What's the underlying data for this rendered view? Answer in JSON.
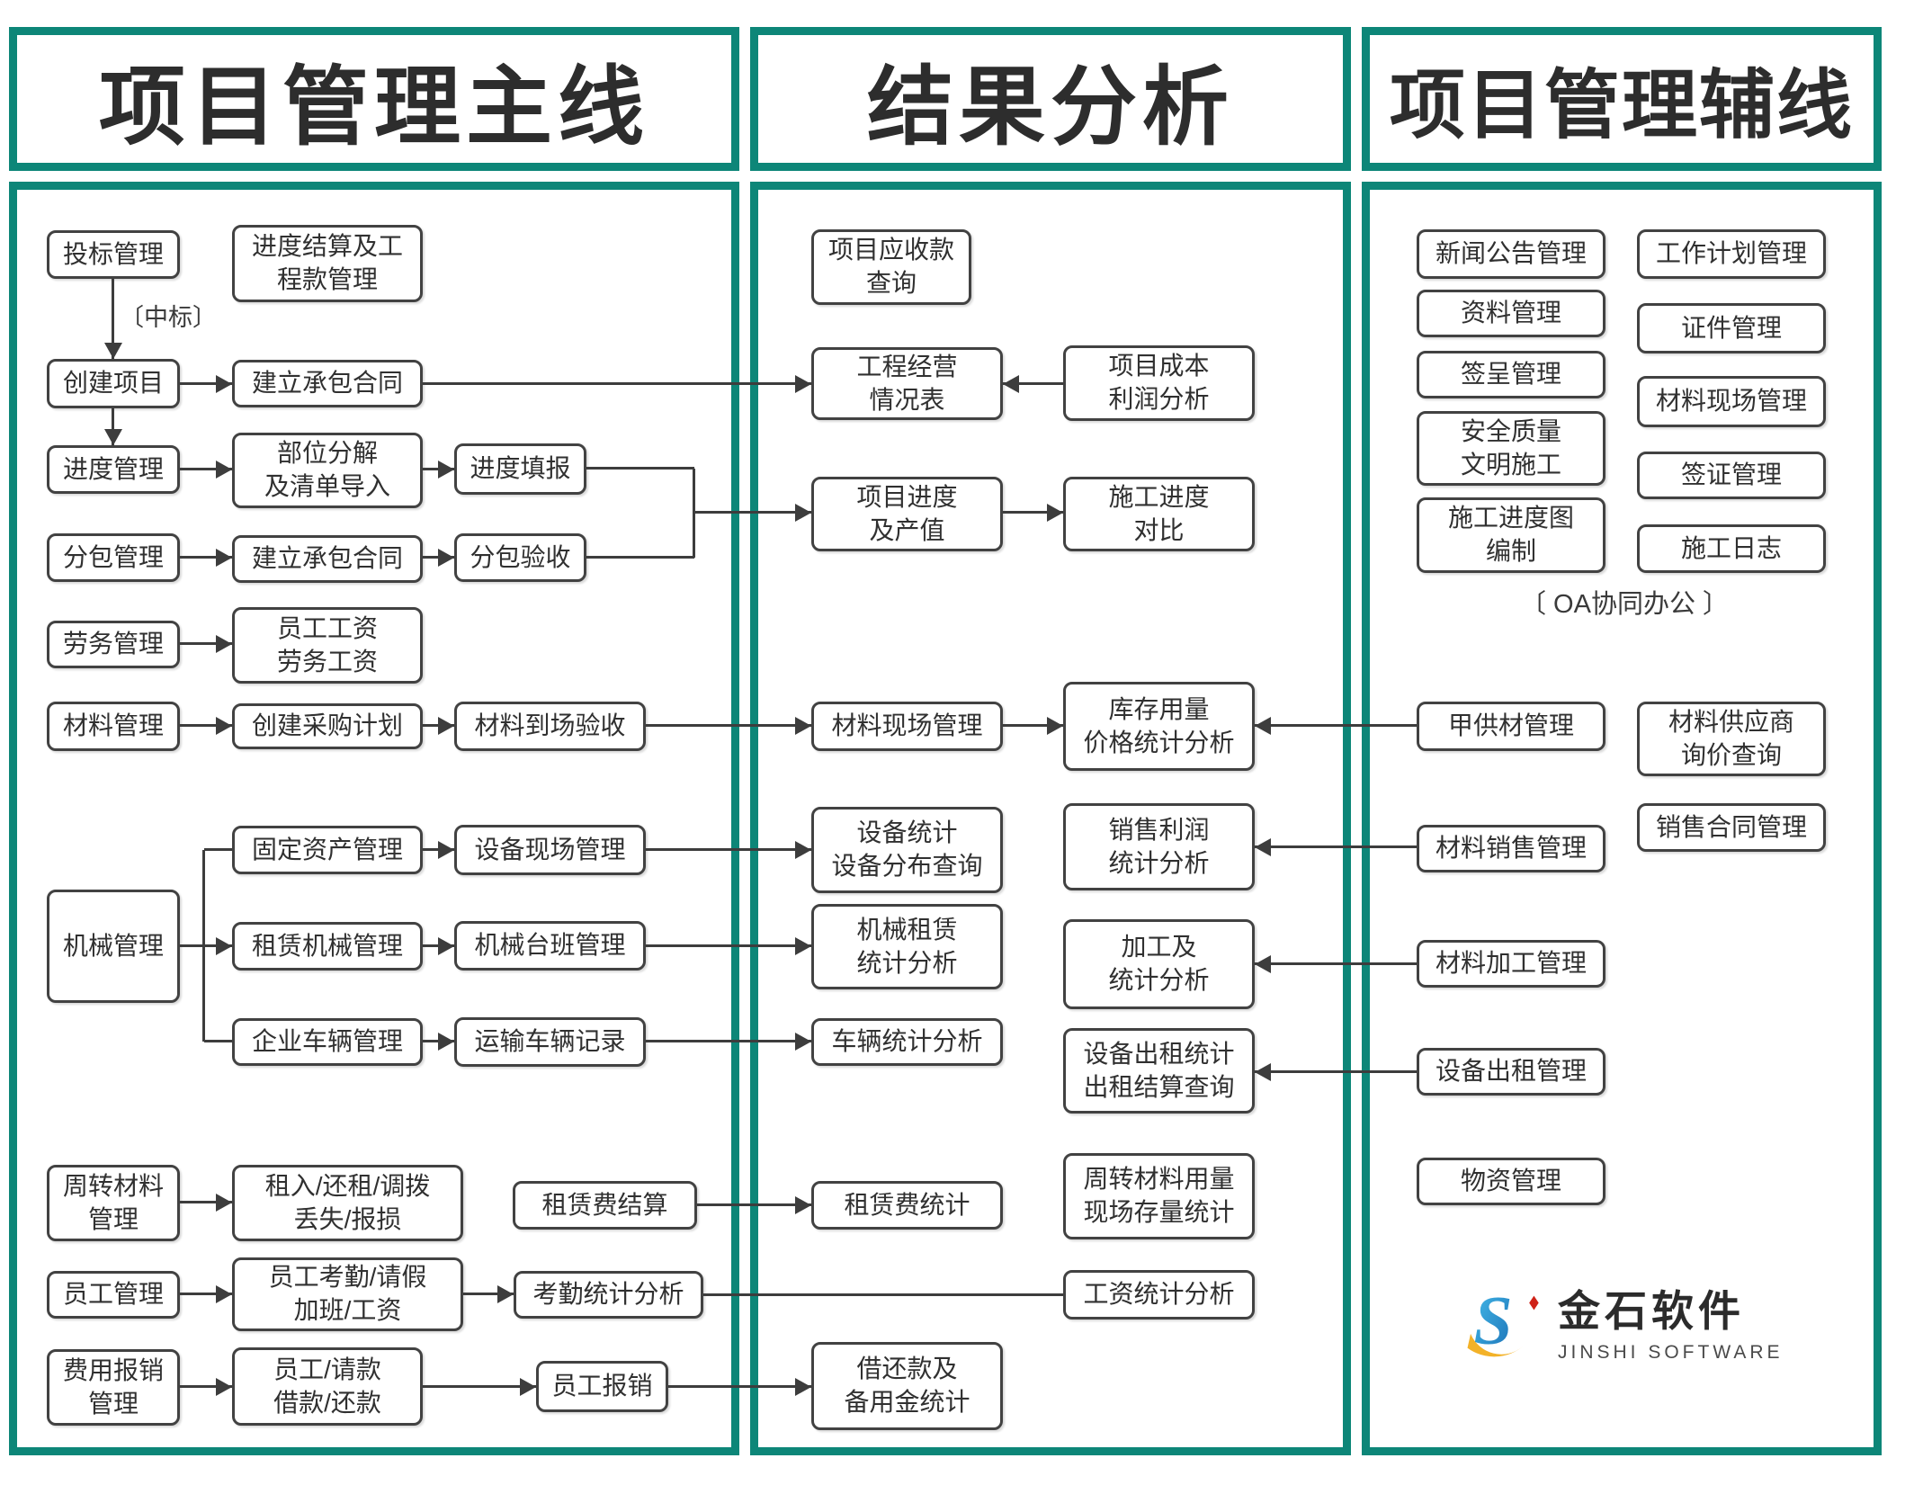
{
  "columns": [
    {
      "id": "main",
      "title": "项目管理主线"
    },
    {
      "id": "analysis",
      "title": "结果分析"
    },
    {
      "id": "aux",
      "title": "项目管理辅线"
    }
  ],
  "annotations": {
    "win_bid": "〔中标〕",
    "oa": "〔 OA协同办公 〕"
  },
  "logo": {
    "name_cn": "金石软件",
    "name_en": "JINSHI SOFTWARE"
  },
  "colors": {
    "frame_teal": "#0d8678",
    "line_gray": "#3d3d3d",
    "box_border": "#424242",
    "logo_blue": "#1b76b8",
    "logo_yellow": "#f3b229",
    "logo_red": "#cf2218"
  },
  "nodes": {
    "bid": "投标管理",
    "settle": "进度结算及工\n程款管理",
    "create": "创建项目",
    "contract1": "建立承包合同",
    "progress": "进度管理",
    "decompose": "部位分解\n及清单导入",
    "fill": "进度填报",
    "subcontract": "分包管理",
    "contract2": "建立承包合同",
    "subaccept": "分包验收",
    "labor": "劳务管理",
    "wages": "员工工资\n劳务工资",
    "material": "材料管理",
    "purchase": "创建采购计划",
    "arrival": "材料到场验收",
    "machine": "机械管理",
    "fixedasset": "固定资产管理",
    "equipsite": "设备现场管理",
    "rentmach": "租赁机械管理",
    "taiban": "机械台班管理",
    "vehicles": "企业车辆管理",
    "transport": "运输车辆记录",
    "turnover": "周转材料\n管理",
    "rentin": "租入/还租/调拨\n丢失/报损",
    "rentfee_settle": "租赁费结算",
    "employee": "员工管理",
    "attendance": "员工考勤/请假\n加班/工资",
    "attend_stat": "考勤统计分析",
    "expense": "费用报销\n管理",
    "loan": "员工/请款\n借款/还款",
    "reimburse": "员工报销",
    "receivable": "项目应收款\n查询",
    "operating": "工程经营\n情况表",
    "costprofit": "项目成本\n利润分析",
    "proj_progress": "项目进度\n及产值",
    "compare": "施工进度\n对比",
    "matsite_a": "材料现场管理",
    "inventory": "库存用量\n价格统计分析",
    "equipstat": "设备统计\n设备分布查询",
    "salesprofit": "销售利润\n统计分析",
    "machrent_stat": "机械租赁\n统计分析",
    "processing": "加工及\n统计分析",
    "vehicle_stat": "车辆统计分析",
    "equiprent_stat": "设备出租统计\n出租结算查询",
    "rentfee_stat": "租赁费统计",
    "turnover_stat": "周转材料用量\n现场存量统计",
    "wage_stat": "工资统计分析",
    "pettycash": "借还款及\n备用金统计",
    "news": "新闻公告管理",
    "workplan": "工作计划管理",
    "docs": "资料管理",
    "certs": "证件管理",
    "qiancheng": "签呈管理",
    "matsite_b": "材料现场管理",
    "safety": "安全质量\n文明施工",
    "visa": "签证管理",
    "progchart": "施工进度图\n编制",
    "log": "施工日志",
    "jiagong": "甲供材管理",
    "supplier": "材料供应商\n询价查询",
    "matsales": "材料销售管理",
    "salescontract": "销售合同管理",
    "matprocess": "材料加工管理",
    "equiprent_mgmt": "设备出租管理",
    "wuzi": "物资管理"
  }
}
